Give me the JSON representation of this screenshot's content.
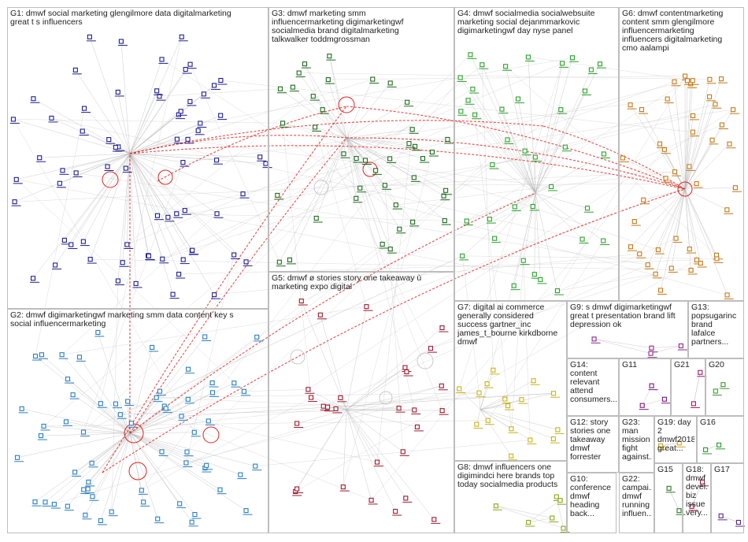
{
  "groups": [
    {
      "id": "g1",
      "label": "G1: dmwf social marketing glengilmore data digitalmarketing\ngreat t s influencers",
      "color": "#1f1f8f",
      "nodes": 68
    },
    {
      "id": "g2",
      "label": "G2: dmwf digimarketingwf marketing smm data content key s\nsocial influencermarketing",
      "color": "#2a7fbf",
      "nodes": 62
    },
    {
      "id": "g3",
      "label": "G3: dmwf marketing smm\ninfluencermarketing digimarketingwf\nsocialmedia brand digitalmarketing\ntalkwalker toddmgrossman",
      "color": "#1e6b1e",
      "nodes": 40
    },
    {
      "id": "g4",
      "label": "G4: dmwf socialmedia socialwebsuite\nmarketing social dejanmmarkovic\ndigimarketingwf day nyse panel",
      "color": "#2aa22a",
      "nodes": 38
    },
    {
      "id": "g5",
      "label": "G5: dmwf ø stories story one takeaway ù\nmarketing expo digital",
      "color": "#9b1b2e",
      "nodes": 28
    },
    {
      "id": "g6",
      "label": "G6: dmwf contentmarketing\ncontent smm glengilmore\ninfluencermarketing\ninfluencers digitalmarketing\ncmo aalampi",
      "color": "#c47a1a",
      "nodes": 44
    },
    {
      "id": "g7",
      "label": "G7: digital ai commerce\ngenerally considered\nsuccess gartner_inc\njames_t_bourne kirkdborne\ndmwf",
      "color": "#c9b21a",
      "nodes": 16
    },
    {
      "id": "g8",
      "label": "G8: dmwf influencers one\ndigimindci here brands top\ntoday socialmedia products",
      "color": "#8aa81a",
      "nodes": 6
    },
    {
      "id": "g9",
      "label": "G9: s dmwf digimarketingwf\ngreat t presentation brand lift\ndepression ok",
      "color": "#8a2a8a",
      "nodes": 4
    },
    {
      "id": "g10",
      "label": "G10: conference\ndmwf\nheading\nback...",
      "color": "#3a6ab0",
      "nodes": 0
    },
    {
      "id": "g11",
      "label": "G11",
      "color": "#7a1a7a",
      "nodes": 3
    },
    {
      "id": "g12",
      "label": "G12: story\nstories one\ntakeaway\ndmwf\nforrester",
      "color": "#2a8a8a",
      "nodes": 0
    },
    {
      "id": "g13",
      "label": "G13:\npopsugarinc\nbrand\nlafalce\npartners...",
      "color": "#a02a6a",
      "nodes": 0
    },
    {
      "id": "g14",
      "label": "G14:\ncontent\nrelevant\nattend\nconsumers...",
      "color": "#3a8a3a",
      "nodes": 0
    },
    {
      "id": "g15",
      "label": "G15",
      "color": "#2a7a2a",
      "nodes": 2
    },
    {
      "id": "g16",
      "label": "G16",
      "color": "#2a9a2a",
      "nodes": 2
    },
    {
      "id": "g17",
      "label": "G17",
      "color": "#5a2a8a",
      "nodes": 2
    },
    {
      "id": "g18",
      "label": "G18:\ndmwf\ndevel...\nbiz\nissue\nvery...",
      "color": "#9a1a3a",
      "nodes": 2
    },
    {
      "id": "g19",
      "label": "G19: day\n2\ndmwf2018\ngreat...",
      "color": "#c9a81a",
      "nodes": 2
    },
    {
      "id": "g20",
      "label": "G20",
      "color": "#3a9a2a",
      "nodes": 2
    },
    {
      "id": "g21",
      "label": "G21",
      "color": "#a01a6a",
      "nodes": 2
    },
    {
      "id": "g22",
      "label": "G22:\ncampai...\ndmwf\nrunning\ninfluen...",
      "color": "#2a5a9a",
      "nodes": 0
    },
    {
      "id": "g23",
      "label": "G23:\nman\nmission\nfight\nagainst...",
      "color": "#6a2a2a",
      "nodes": 0
    }
  ],
  "colors": {
    "edge": "#b5b5b5",
    "edge_highlight": "#e0221c",
    "box_border": "#bdbdbd"
  }
}
